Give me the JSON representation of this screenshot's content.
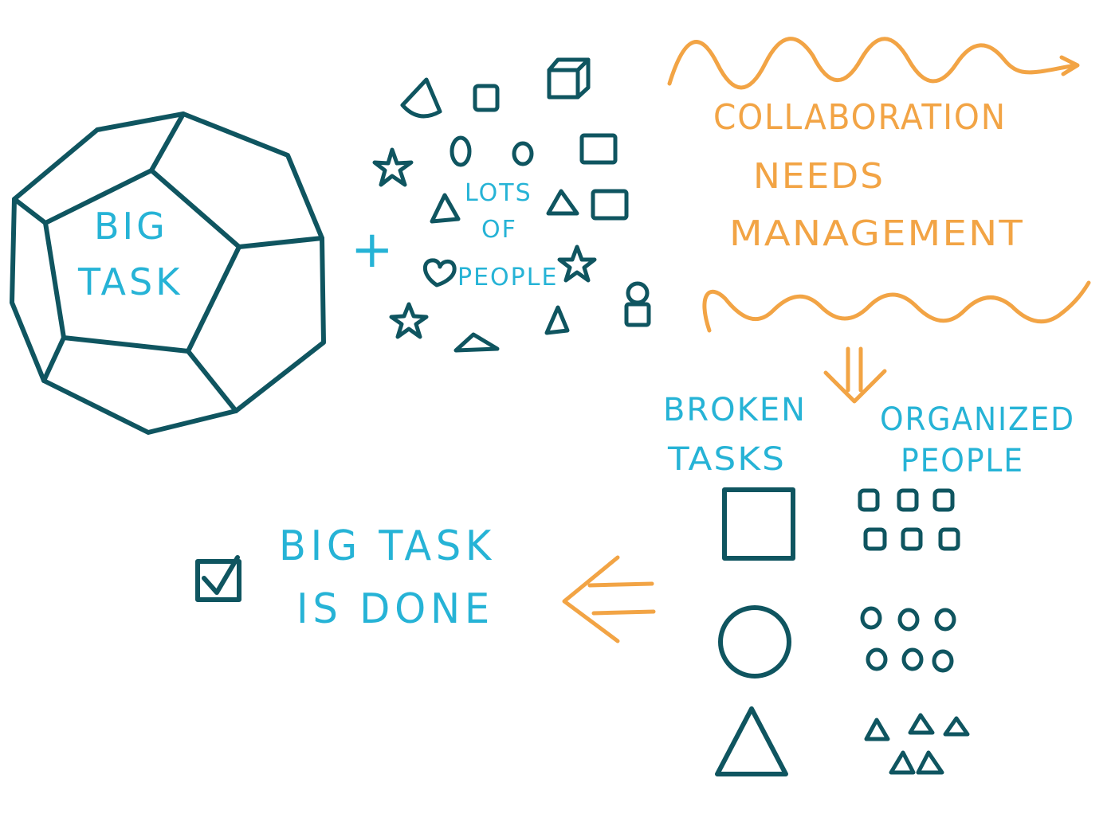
{
  "colors": {
    "dark_teal": "#0f5560",
    "light_blue": "#26b3d6",
    "orange": "#f2a445"
  },
  "dodecahedron": {
    "label_line1": "BIG",
    "label_line2": "TASK"
  },
  "plus_symbol": "+",
  "crowd": {
    "label_line1": "LOTS",
    "label_line2": "OF",
    "label_line3": "PEOPLE"
  },
  "message": {
    "line1": "COLLABORATION",
    "line2": "NEEDS",
    "line3": "MANAGEMENT"
  },
  "columns": {
    "left_line1": "BROKEN",
    "left_line2": "TASKS",
    "right_line1": "ORGANIZED",
    "right_line2": "PEOPLE"
  },
  "done": {
    "line1": "BIG TASK",
    "line2": "IS DONE"
  },
  "icons": {
    "checkbox": "checkbox-checked-icon",
    "down_arrow": "double-down-arrow-icon",
    "left_arrow": "left-arrow-icon"
  }
}
